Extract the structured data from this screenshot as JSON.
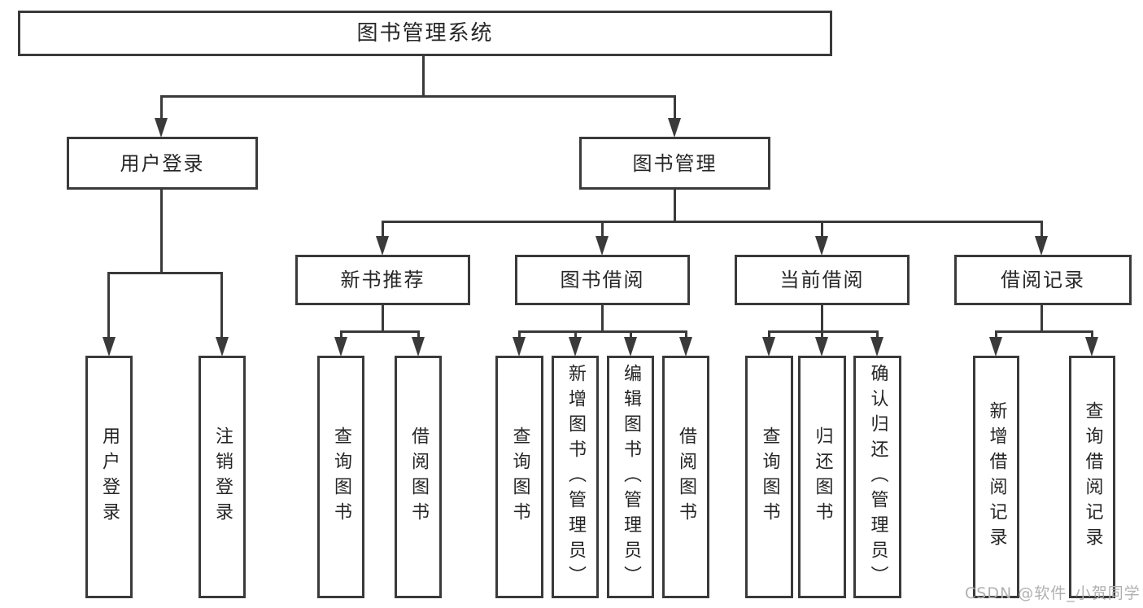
{
  "diagram": {
    "root": {
      "label": "图书管理系统"
    },
    "branches": [
      {
        "label": "用户登录",
        "children": [
          {
            "label": "用户登录"
          },
          {
            "label": "注销登录"
          }
        ]
      },
      {
        "label": "图书管理",
        "children": [
          {
            "label": "新书推荐",
            "children": [
              {
                "label": "查询图书"
              },
              {
                "label": "借阅图书"
              }
            ]
          },
          {
            "label": "图书借阅",
            "children": [
              {
                "label": "查询图书"
              },
              {
                "label": "新增图书（管理员）"
              },
              {
                "label": "编辑图书（管理员）"
              },
              {
                "label": "借阅图书"
              }
            ]
          },
          {
            "label": "当前借阅",
            "children": [
              {
                "label": "查询图书"
              },
              {
                "label": "归还图书"
              },
              {
                "label": "确认归还（管理员）"
              }
            ]
          },
          {
            "label": "借阅记录",
            "children": [
              {
                "label": "新增借阅记录"
              },
              {
                "label": "查询借阅记录"
              }
            ]
          }
        ]
      }
    ]
  },
  "watermark": "CSDN @软件_小贺同学",
  "colors": {
    "line": "#3a3a3a",
    "text": "#262626",
    "box_background": "#ffffff",
    "watermark": "#b0b0b0",
    "background": "#ffffff"
  }
}
